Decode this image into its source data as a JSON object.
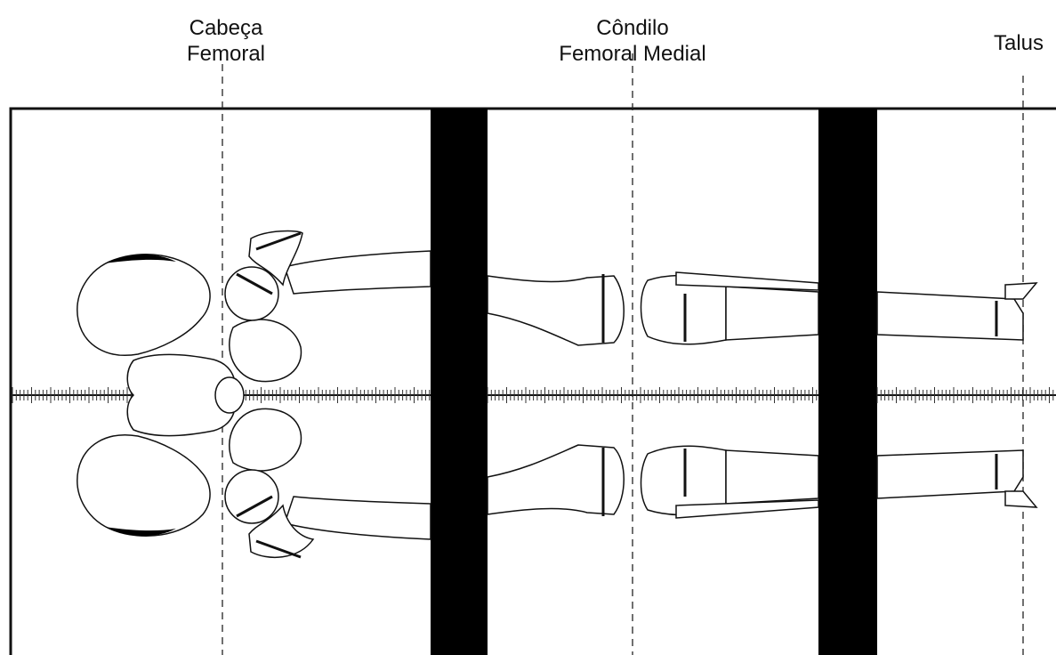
{
  "labels": {
    "femoral_head": {
      "line1": "Cabeça",
      "line2": "Femoral"
    },
    "medial_condyle": {
      "line1": "Côndilo",
      "line2": "Femoral Medial"
    },
    "talus": "Talus"
  },
  "colors": {
    "ink": "#111111",
    "background": "#ffffff",
    "divider": "#000000"
  },
  "legend": "none"
}
